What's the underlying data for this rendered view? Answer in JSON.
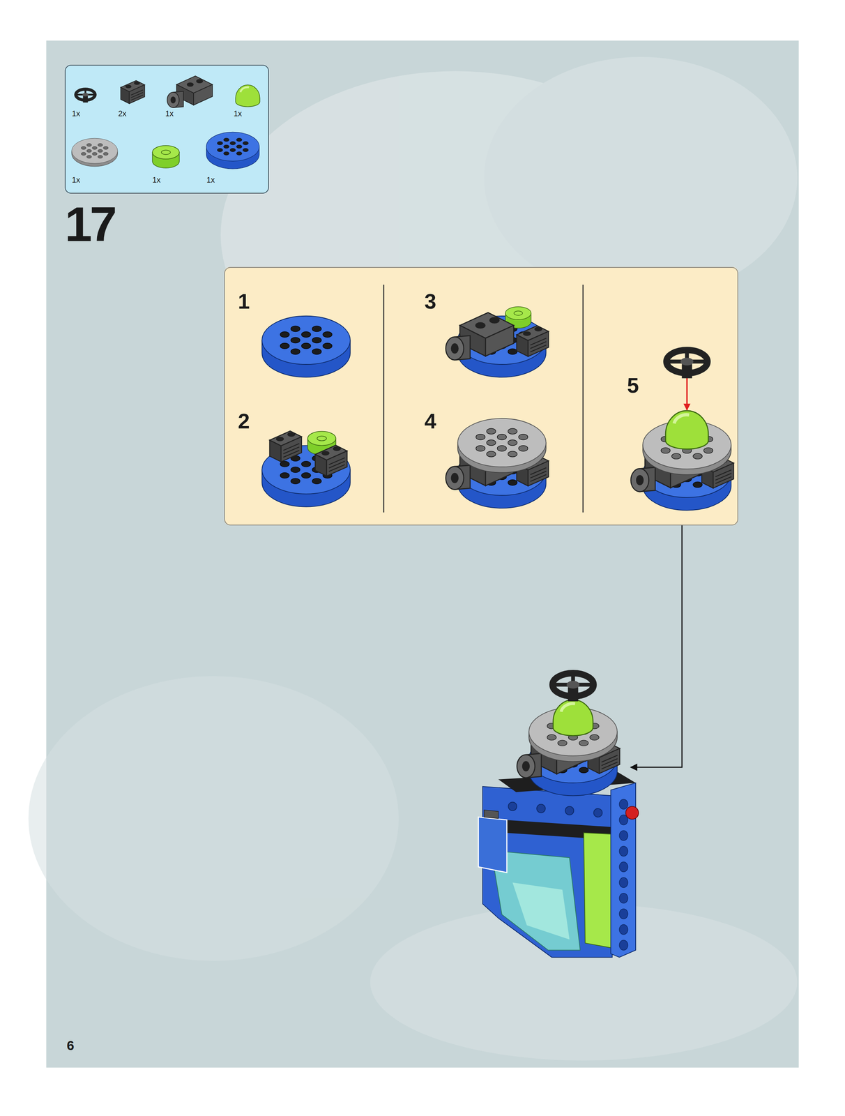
{
  "diagram": {
    "nodes": [
      {
        "text": [
          "1x",
          "2x",
          "1x",
          "1x",
          "1x",
          "1x",
          "1x"
        ]
      },
      {
        "text": [
          "1",
          "2",
          "3",
          "4",
          "5"
        ]
      }
    ],
    "labels": [
      "17",
      "6"
    ]
  }
}
